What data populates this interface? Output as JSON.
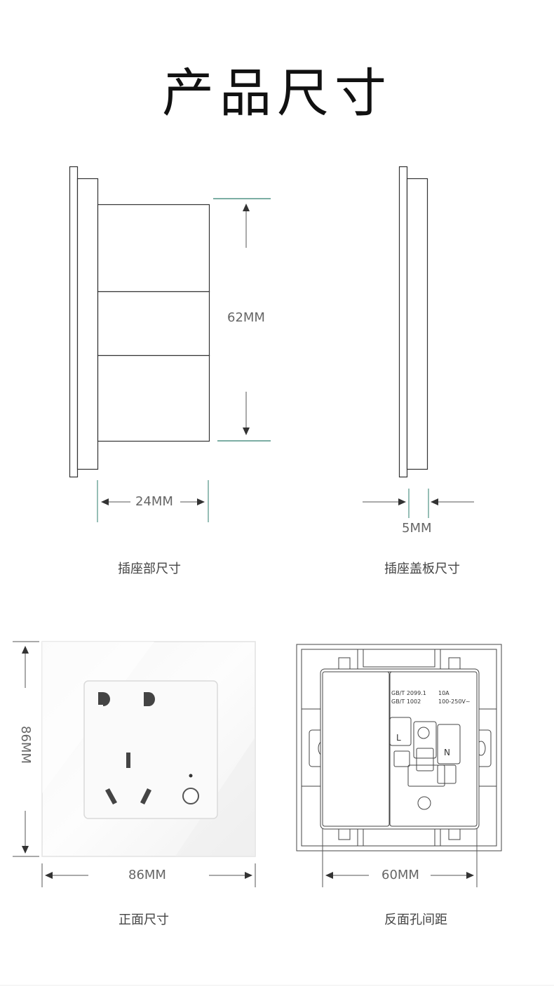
{
  "title": "产品尺寸",
  "side_view": {
    "height_label": "62MM",
    "depth_label": "24MM",
    "caption": "插座部尺寸"
  },
  "cover_view": {
    "thickness_label": "5MM",
    "caption": "插座盖板尺寸"
  },
  "front_view": {
    "width_label": "86MM",
    "height_label": "86MM",
    "caption": "正面尺寸"
  },
  "back_view": {
    "spacing_label": "60MM",
    "caption": "反面孔间距",
    "spec_standard_1": "GB/T 2099.1",
    "spec_standard_2": "GB/T 1002",
    "spec_current": "10A",
    "spec_voltage": "100-250V~",
    "terminal_l": "L",
    "terminal_n": "N"
  },
  "colors": {
    "line": "#333333",
    "accent_line": "#2e7d6e",
    "text": "#555555"
  }
}
